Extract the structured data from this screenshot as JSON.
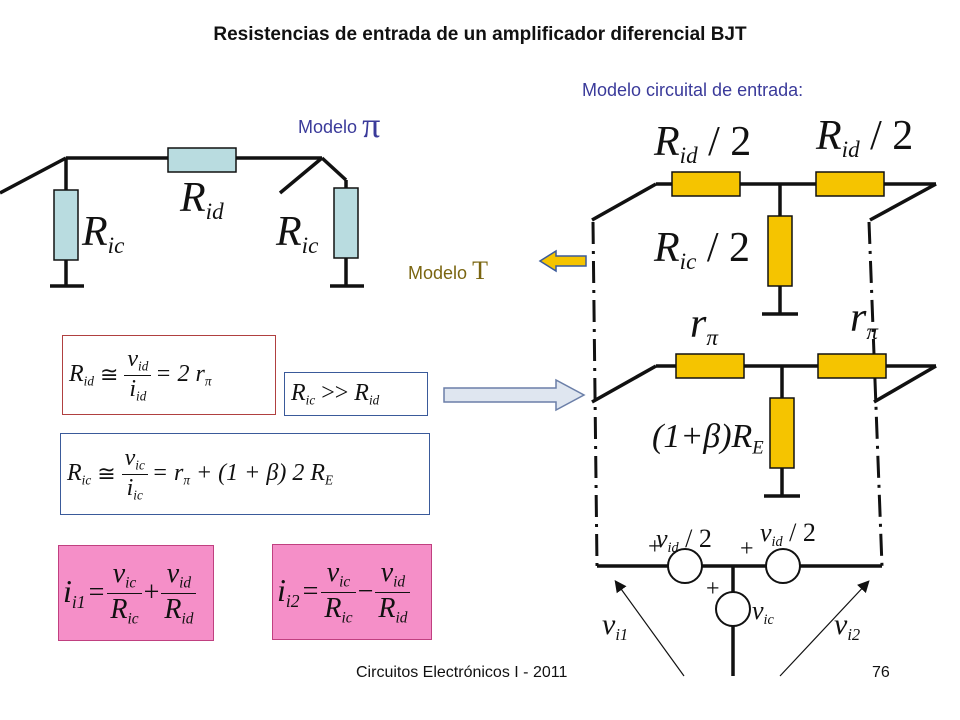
{
  "title": "Resistencias de entrada de un amplificador diferencial BJT",
  "labels": {
    "modelo_pi_text": "Modelo",
    "modelo_pi_symbol": "π",
    "modelo_t_text": "Modelo",
    "modelo_t_symbol": "T",
    "modelo_circuital": "Modelo circuital de entrada:"
  },
  "pi_circuit": {
    "rid": "R",
    "rid_sub": "id",
    "ric_left": "R",
    "ric_left_sub": "ic",
    "ric_right": "R",
    "ric_right_sub": "ic"
  },
  "input_circuit": {
    "rid2_left": "R",
    "rid2_left_sub": "id",
    "rid2_left_den": "/ 2",
    "rid2_right": "R",
    "rid2_right_sub": "id",
    "rid2_right_den": "/ 2",
    "ric2": "R",
    "ric2_sub": "ic",
    "ric2_den": "/ 2",
    "rpi_left": "r",
    "rpi_left_sub": "π",
    "rpi_right": "r",
    "rpi_right_sub": "π",
    "re_pre": "(1+β)R",
    "re_sub": "E",
    "vid2_left": "v",
    "vid2_left_sub": "id",
    "vid2_left_den": "/ 2",
    "vid2_right": "v",
    "vid2_right_sub": "id",
    "vid2_right_den": "/ 2",
    "vic": "v",
    "vic_sub": "ic",
    "vi1": "v",
    "vi1_sub": "i1",
    "vi2": "v",
    "vi2_sub": "i2",
    "plus": "+"
  },
  "equations": {
    "rid_eq": {
      "lhs": "R",
      "lhs_sub": "id",
      "approx": "≅",
      "num": "v",
      "num_sub": "id",
      "den": "i",
      "den_sub": "id",
      "rhs": "= 2 r",
      "rhs_sub": "π"
    },
    "ric_gt_rid": {
      "a": "R",
      "a_sub": "ic",
      "op": ">>",
      "b": "R",
      "b_sub": "id"
    },
    "ric_eq": {
      "lhs": "R",
      "lhs_sub": "ic",
      "approx": "≅",
      "num": "v",
      "num_sub": "ic",
      "den": "i",
      "den_sub": "ic",
      "rhs1": "= r",
      "rhs1_sub": "π",
      "rhs2": "+ (1 + β) 2 R",
      "rhs2_sub": "E"
    },
    "i1_eq": {
      "lhs": "i",
      "lhs_sub": "i1",
      "eq": "=",
      "n1": "v",
      "n1_sub": "ic",
      "d1": "R",
      "d1_sub": "ic",
      "op": "+",
      "n2": "v",
      "n2_sub": "id",
      "d2": "R",
      "d2_sub": "id"
    },
    "i2_eq": {
      "lhs": "i",
      "lhs_sub": "i2",
      "eq": "=",
      "n1": "v",
      "n1_sub": "ic",
      "d1": "R",
      "d1_sub": "ic",
      "op": "−",
      "n2": "v",
      "n2_sub": "id",
      "d2": "R",
      "d2_sub": "id"
    }
  },
  "footer": {
    "course": "Circuitos Electrónicos I - 2011",
    "page": "76"
  },
  "colors": {
    "resistor_blue": "#b9dce0",
    "resistor_yellow": "#f5c400",
    "eq_pink": "#f58fc8",
    "label_blue": "#3a3a9a",
    "arrow_gray": "#dfe6f0"
  }
}
